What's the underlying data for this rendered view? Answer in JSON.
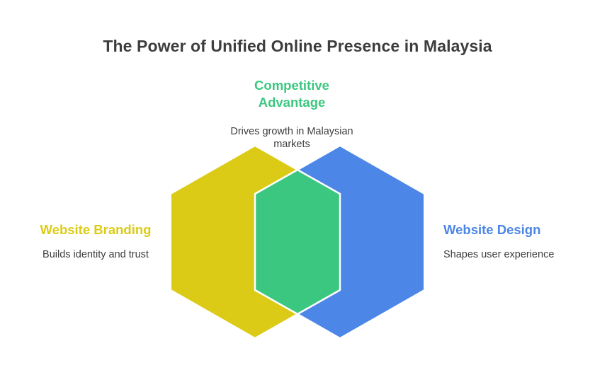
{
  "title": "The Power of Unified Online Presence in Malaysia",
  "colors": {
    "branding": "#dccb16",
    "design": "#4c86e6",
    "competitive": "#3cc781",
    "text": "#3d3d3d"
  },
  "items": {
    "competitive": {
      "heading_line1": "Competitive",
      "heading_line2": "Advantage",
      "desc_line1": "Drives growth in Malaysian",
      "desc_line2": "markets"
    },
    "branding": {
      "heading": "Website Branding",
      "desc": "Builds identity and trust"
    },
    "design": {
      "heading": "Website Design",
      "desc": "Shapes user experience"
    }
  }
}
